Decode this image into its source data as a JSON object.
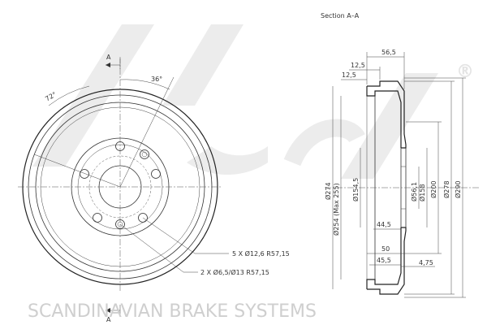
{
  "watermark": {
    "logo_text": "sbs",
    "registered_mark": "®",
    "footer_text": "SCANDINAVIAN BRAKE SYSTEMS"
  },
  "section_title": "Section A–A",
  "front_view": {
    "section_marker_top": "A",
    "section_marker_bottom": "A",
    "angle_label_1": "36°",
    "angle_label_2": "72°",
    "hole_callout_1": "5 X Ø12,6   R57,15",
    "hole_callout_2": "2 X Ø6,5/Ø13   R57,15"
  },
  "section_view": {
    "dims_top": [
      "56,5",
      "12,5",
      "12,5"
    ],
    "dims_vertical": [
      "Ø274",
      "Ø254 (Max 255)",
      "Ø154,5",
      "Ø56,1",
      "Ø158",
      "Ø200",
      "Ø278",
      "Ø290"
    ],
    "dims_bottom": [
      "44,5",
      "50",
      "45,5",
      "4,75"
    ]
  }
}
